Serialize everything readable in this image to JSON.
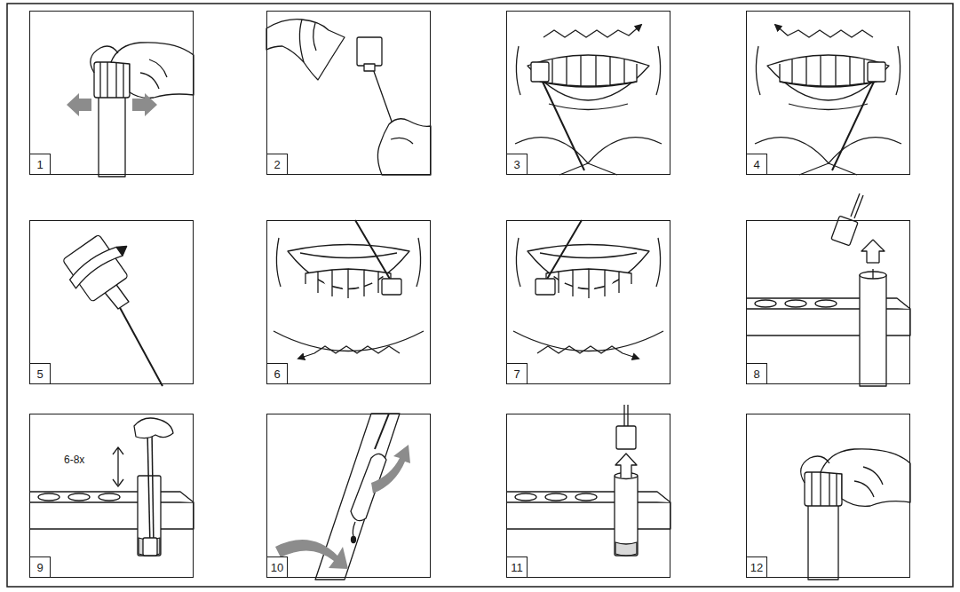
{
  "diagram": {
    "nodes": [
      {
        "text": [
          "1"
        ]
      },
      {
        "text": [
          "2"
        ]
      },
      {
        "text": [
          "3"
        ]
      },
      {
        "text": [
          "4"
        ]
      },
      {
        "text": [
          "5"
        ]
      },
      {
        "text": [
          "6"
        ]
      },
      {
        "text": [
          "7"
        ]
      },
      {
        "text": [
          "8"
        ]
      },
      {
        "text": [
          "9",
          "6-8x"
        ]
      },
      {
        "text": [
          "10"
        ]
      },
      {
        "text": [
          "11"
        ]
      },
      {
        "text": [
          "12"
        ]
      }
    ]
  }
}
